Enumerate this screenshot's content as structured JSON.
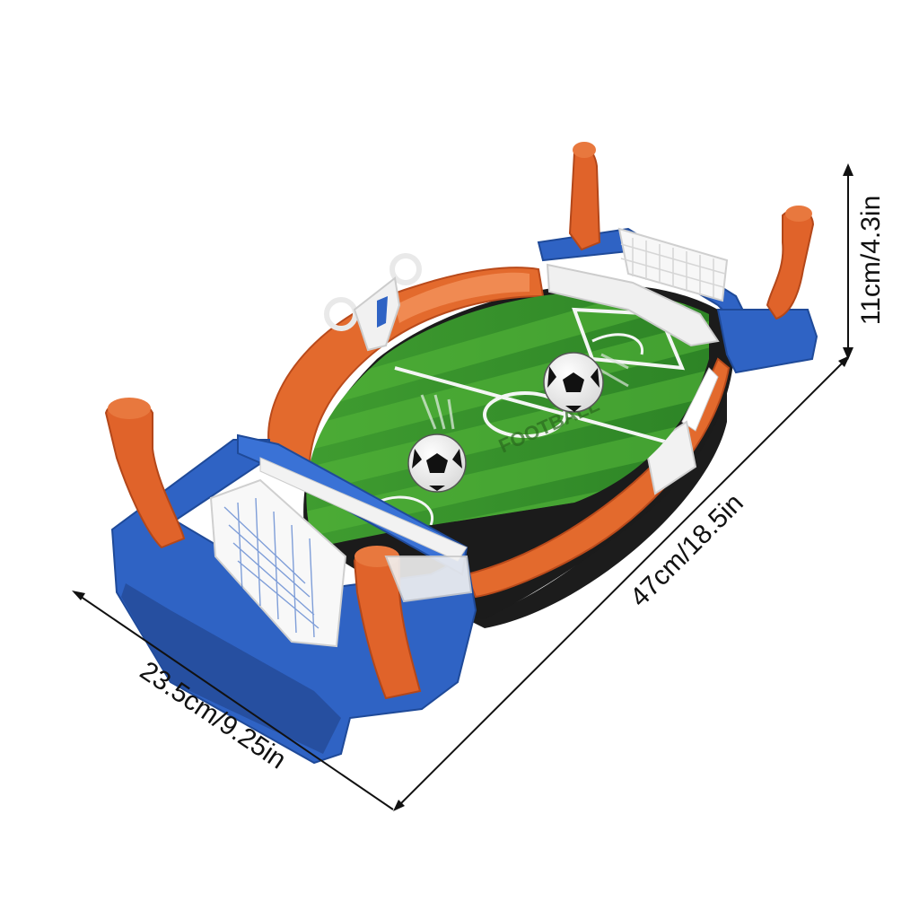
{
  "dimensions": {
    "height": "11cm/4.3in",
    "length": "47cm/18.5in",
    "width": "23.5cm/9.25in"
  },
  "field_text": "FOOTBALL",
  "colors": {
    "base_blue": "#2f63c4",
    "arm_orange": "#e0632a",
    "field_green_light": "#4aa832",
    "field_green_dark": "#2f8a28",
    "line_white": "#f4f6f4",
    "dim_line": "#111111"
  }
}
